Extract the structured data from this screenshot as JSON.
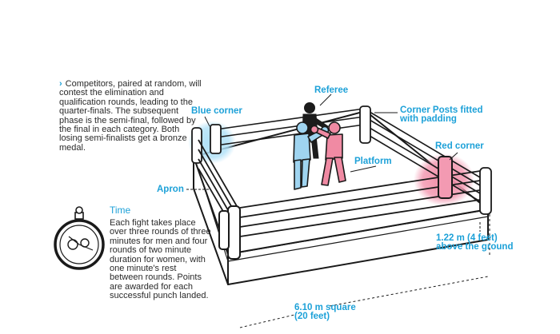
{
  "intro": {
    "text": "Competitors, paired at random, will contest the elimination and qualification rounds, leading to the quarter-finals. The subsequent phase is the semi-final, followed by the final in each category. Both losing semi-finalists get a bronze medal."
  },
  "time": {
    "title": "Time",
    "body": "Each fight takes place over three rounds of three minutes for men and four rounds of two minute duration for women, with one minute's rest between rounds. Points are awarded for each successful punch landed."
  },
  "labels": {
    "referee": "Referee",
    "blue_corner": "Blue corner",
    "corner_posts_line1": "Corner Posts fitted",
    "corner_posts_line2": "with padding",
    "red_corner": "Red corner",
    "platform": "Platform",
    "apron": "Apron",
    "height_line1": "1.22 m (4 feet)",
    "height_line2": "above the ground",
    "size_line1": "6.10 m square",
    "size_line2": "(20 feet)"
  },
  "colors": {
    "accent_text": "#1da1d8",
    "blue_boxer": "#9fd4f0",
    "red_boxer": "#f08aa3",
    "blue_corner_glow": "#aee0f7",
    "red_corner_glow": "#f39ab2",
    "referee": "#1c1c1c",
    "outline": "#1a1a1a"
  },
  "icons": {
    "bullet": "chevron-right-icon",
    "time": "stopwatch-icon"
  }
}
